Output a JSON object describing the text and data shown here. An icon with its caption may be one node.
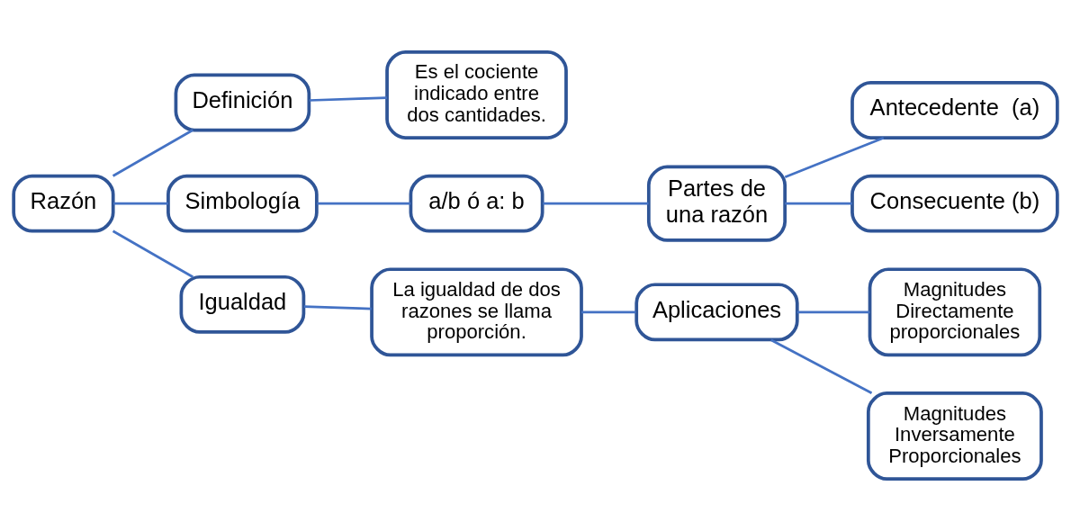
{
  "diagram": {
    "nodes": [
      {
        "text": [
          "Razón"
        ]
      },
      {
        "text": [
          "Definición"
        ]
      },
      {
        "text": [
          "Es el cociente indicado entre dos cantidades."
        ]
      },
      {
        "text": [
          "Simbología"
        ]
      },
      {
        "text": [
          "a/b ó a: b"
        ]
      },
      {
        "text": [
          "Partes de una razón"
        ]
      },
      {
        "text": [
          "Antecedente  (a)"
        ]
      },
      {
        "text": [
          "Consecuente (b)"
        ]
      },
      {
        "text": [
          "Igualdad"
        ]
      },
      {
        "text": [
          "La igualdad de dos razones se llama proporción."
        ]
      },
      {
        "text": [
          "Aplicaciones"
        ]
      },
      {
        "text": [
          "Magnitudes Directamente proporcionales"
        ]
      },
      {
        "text": [
          "Magnitudes Inversamente Proporcionales"
        ]
      }
    ],
    "edges": [
      {
        "from": 0,
        "to": 1,
        "arrow": "none"
      },
      {
        "from": 0,
        "to": 3,
        "arrow": "none"
      },
      {
        "from": 0,
        "to": 8,
        "arrow": "none"
      },
      {
        "from": 1,
        "to": 2,
        "arrow": "none"
      },
      {
        "from": 3,
        "to": 4,
        "arrow": "none"
      },
      {
        "from": 4,
        "to": 5,
        "arrow": "none"
      },
      {
        "from": 5,
        "to": 6,
        "arrow": "none"
      },
      {
        "from": 5,
        "to": 7,
        "arrow": "none"
      },
      {
        "from": 8,
        "to": 9,
        "arrow": "none"
      },
      {
        "from": 9,
        "to": 10,
        "arrow": "none"
      },
      {
        "from": 10,
        "to": 11,
        "arrow": "none"
      },
      {
        "from": 10,
        "to": 12,
        "arrow": "none"
      }
    ]
  }
}
